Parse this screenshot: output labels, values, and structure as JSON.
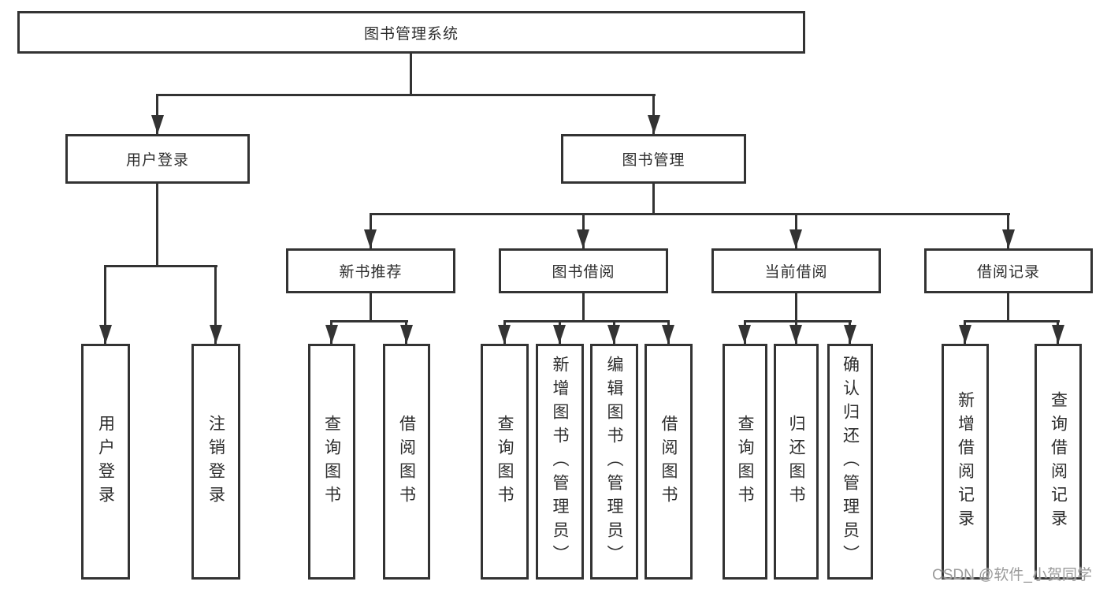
{
  "diagram": {
    "title": "图书管理系统",
    "branches": [
      {
        "label": "用户登录",
        "children": [
          {
            "label": "用户登录"
          },
          {
            "label": "注销登录"
          }
        ]
      },
      {
        "label": "图书管理",
        "children": [
          {
            "label": "新书推荐",
            "children": [
              {
                "label": "查询图书"
              },
              {
                "label": "借阅图书"
              }
            ]
          },
          {
            "label": "图书借阅",
            "children": [
              {
                "label": "查询图书"
              },
              {
                "label": "新增图书（管理员）"
              },
              {
                "label": "编辑图书（管理员）"
              },
              {
                "label": "借阅图书"
              }
            ]
          },
          {
            "label": "当前借阅",
            "children": [
              {
                "label": "查询图书"
              },
              {
                "label": "归还图书"
              },
              {
                "label": "确认归还（管理员）"
              }
            ]
          },
          {
            "label": "借阅记录",
            "children": [
              {
                "label": "新增借阅记录"
              },
              {
                "label": "查询借阅记录"
              }
            ]
          }
        ]
      }
    ],
    "watermark": "CSDN @软件_小贺同学"
  },
  "colors": {
    "ink": "#333333",
    "text": "#2d2d2d",
    "watermark": "#9b9b9b",
    "background": "#ffffff"
  }
}
